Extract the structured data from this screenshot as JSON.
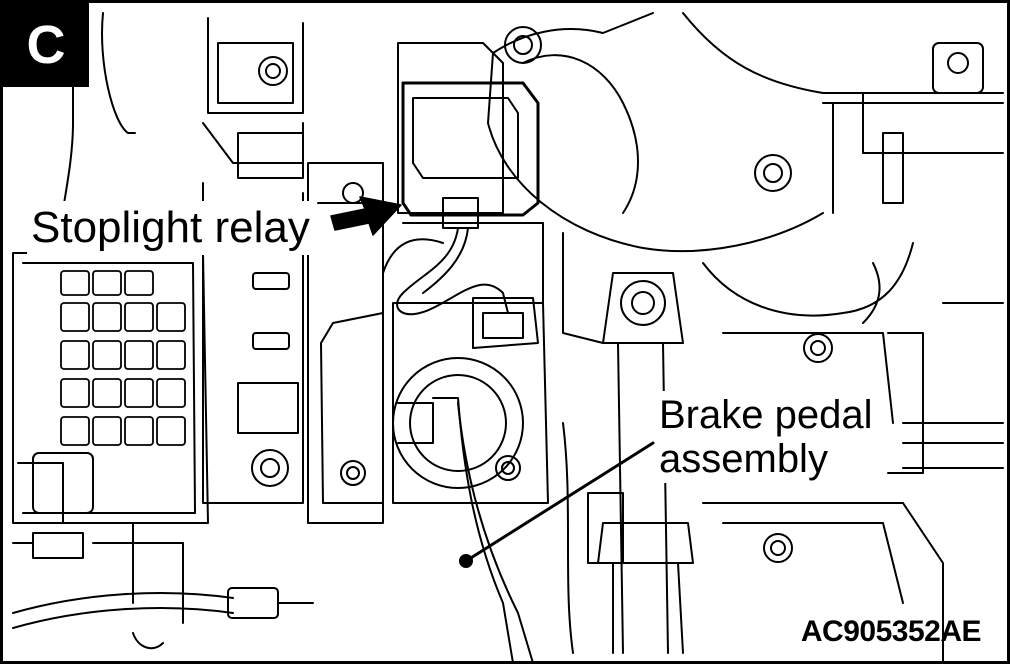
{
  "panel": {
    "letter": "C"
  },
  "callouts": {
    "stoplight_relay": "Stoplight relay",
    "brake_pedal_line1": "Brake pedal",
    "brake_pedal_line2": "assembly"
  },
  "figure": {
    "reference_code": "AC905352AE"
  },
  "colors": {
    "ink": "#000000",
    "paper": "#ffffff"
  }
}
